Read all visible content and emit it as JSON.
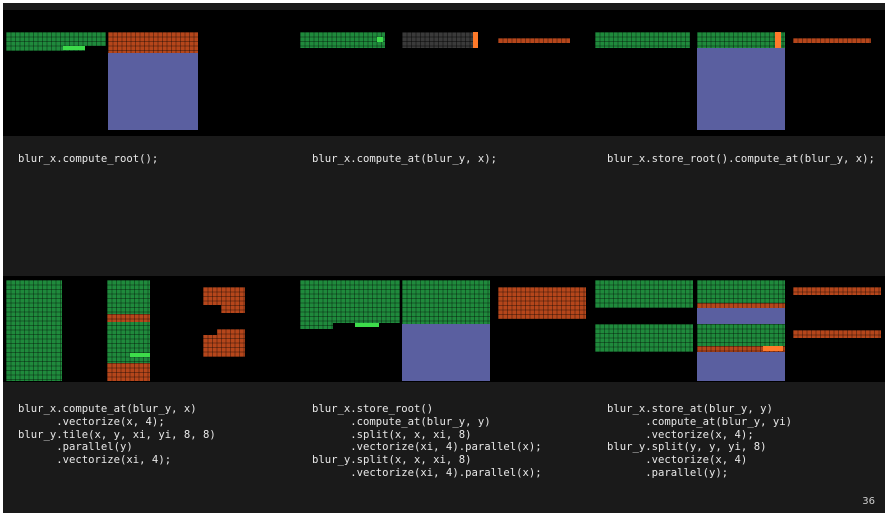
{
  "slide": {
    "number": "36",
    "colors": {
      "background": "#1a1a1a",
      "computed": "#1f8a3c",
      "stored": "#b5461b",
      "output": "#5a5fa0",
      "highlight": "#3ddc4a"
    }
  },
  "panels": [
    {
      "code": "blur_x.compute_root();"
    },
    {
      "code": "blur_x.compute_at(blur_y, x);"
    },
    {
      "code": "blur_x.store_root().compute_at(blur_y, x);"
    },
    {
      "code": "blur_x.compute_at(blur_y, x)\n      .vectorize(x, 4);\nblur_y.tile(x, y, xi, yi, 8, 8)\n      .parallel(y)\n      .vectorize(xi, 4);"
    },
    {
      "code": "blur_x.store_root()\n      .compute_at(blur_y, y)\n      .split(x, x, xi, 8)\n      .vectorize(xi, 4).parallel(x);\nblur_y.split(x, x, xi, 8)\n      .vectorize(xi, 4).parallel(x);"
    },
    {
      "code": "blur_x.store_at(blur_y, y)\n      .compute_at(blur_y, yi)\n      .vectorize(x, 4);\nblur_y.split(y, y, yi, 8)\n      .vectorize(x, 4)\n      .parallel(y);"
    }
  ]
}
